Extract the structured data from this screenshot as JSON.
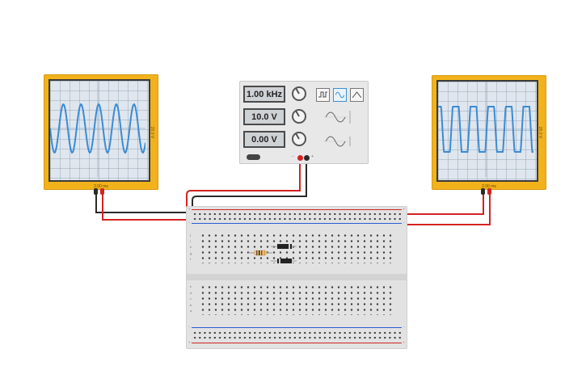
{
  "scope_left": {
    "time_label": "2.00 ms",
    "volt_label": "20.0 V"
  },
  "scope_right": {
    "time_label": "2.00 ms",
    "volt_label": "20.0 V"
  },
  "function_generator": {
    "frequency": "1.00 kHz",
    "amplitude": "10.0 V",
    "dc_offset": "0.00 V",
    "waveforms": [
      "square-icon",
      "sine-icon",
      "triangle-icon"
    ],
    "selected_waveform": "sine",
    "terminal_labels": {
      "negative": "−",
      "positive": "+"
    }
  },
  "breadboard": {
    "row_letters_top": [
      "a",
      "b",
      "c",
      "d",
      "e"
    ],
    "row_letters_bottom": [
      "f",
      "g",
      "h",
      "i",
      "j"
    ],
    "rail_signs": {
      "minus": "−",
      "plus": "+"
    }
  },
  "colors": {
    "wire_red": "#d42323",
    "wire_black": "#2a2a2a",
    "scope_body": "#f2b21c",
    "trace": "#3b8bd4"
  }
}
